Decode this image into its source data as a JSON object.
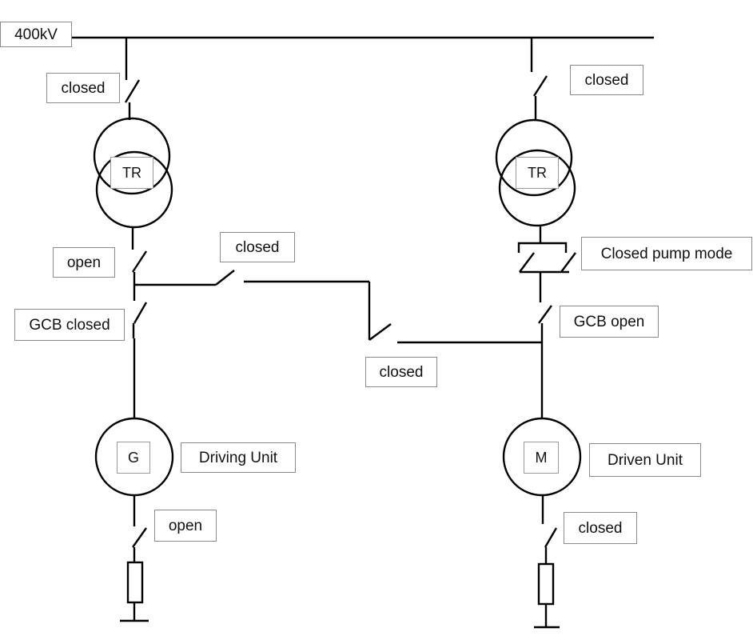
{
  "bus": {
    "voltage": "400kV"
  },
  "left_branch": {
    "disconnector_state": "closed",
    "transformer_label": "TR",
    "sfc_switch_state": "open",
    "gcb_state": "GCB closed",
    "machine_label": "G",
    "unit_role": "Driving Unit",
    "earthing_switch_state": "open"
  },
  "right_branch": {
    "disconnector_state": "closed",
    "transformer_label": "TR",
    "phase_reversal_state": "Closed pump mode",
    "gcb_state": "GCB open",
    "machine_label": "M",
    "unit_role": "Driven Unit",
    "earthing_switch_state": "closed"
  },
  "start_bus": {
    "upper_switch_state": "closed",
    "lower_switch_state": "closed"
  },
  "colors": {
    "line": "#000000",
    "label_border": "#8a8a8a"
  }
}
